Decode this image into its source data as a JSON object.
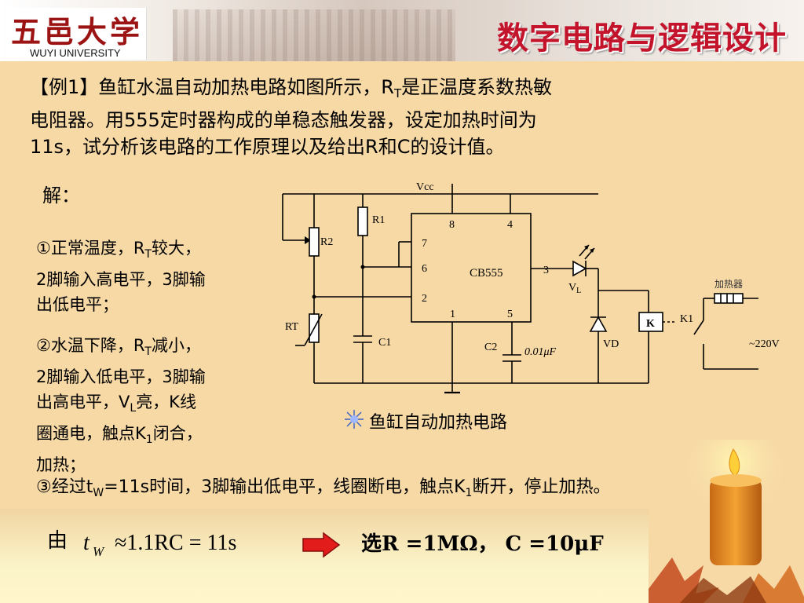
{
  "header": {
    "logo_cn": "五邑大学",
    "logo_en": "WUYI UNIVERSITY",
    "title": "数字电路与逻辑设计"
  },
  "problem": {
    "p1": "【例1】鱼缸水温自动加热电路如图所示，R",
    "sub_t": "T",
    "p2": "是正温度系数热敏",
    "line2": "电阻器。用555定时器构成的单稳态触发器，设定加热时间为",
    "line3": "11s，试分析该电路的工作原理以及给出R和C的设计值。"
  },
  "solution_label": "解：",
  "step1": {
    "a": "①正常温度，R",
    "sub": "T",
    "b": "较大，",
    "c": "2脚输入高电平，3脚输",
    "d": "出低电平；"
  },
  "step2": {
    "a": "②水温下降，R",
    "sub": "T",
    "b": "减小，",
    "c": "2脚输入低电平，3脚输",
    "d": "出高电平，V",
    "sub_l": "L",
    "e": "亮，K线",
    "f": "圈通电，触点K",
    "sub_1": "1",
    "g": "闭合，",
    "h": "加热；"
  },
  "step3": {
    "a": "③经过t",
    "sub_w": "W",
    "b": "=11s时间，3脚输出低电平，线圈断电，触点K",
    "sub_1": "1",
    "c": "断开，停止加热。"
  },
  "caption": "鱼缸自动加热电路",
  "formula": {
    "you": "由",
    "t": "t",
    "w": "W",
    "rest": "≈1.1RC = 11s"
  },
  "result": "选R =1MΩ，  C =10μF",
  "circuit": {
    "vcc": "Vcc",
    "r1": "R1",
    "r2": "R2",
    "rt": "RT",
    "c1": "C1",
    "c2": "C2",
    "c2_value": "0.01μF",
    "chip": "CB555",
    "pin8": "8",
    "pin4": "4",
    "pin7": "7",
    "pin6": "6",
    "pin2": "2",
    "pin3": "3",
    "pin1": "1",
    "pin5": "5",
    "vl": "V",
    "vl_sub": "L",
    "vd": "VD",
    "relay": "K",
    "k1": "K1",
    "heater": "加热器",
    "ac": "~220V"
  }
}
